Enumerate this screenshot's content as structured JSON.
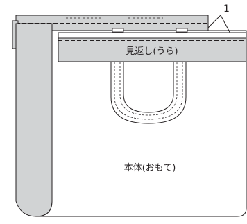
{
  "labels": {
    "callout_number": "1",
    "facing_label": "見返し(うら)",
    "body_label": "本体(おもて)"
  },
  "colors": {
    "fill_gray": "#d1d3d4",
    "outline": "#231f20",
    "background": "#ffffff"
  }
}
